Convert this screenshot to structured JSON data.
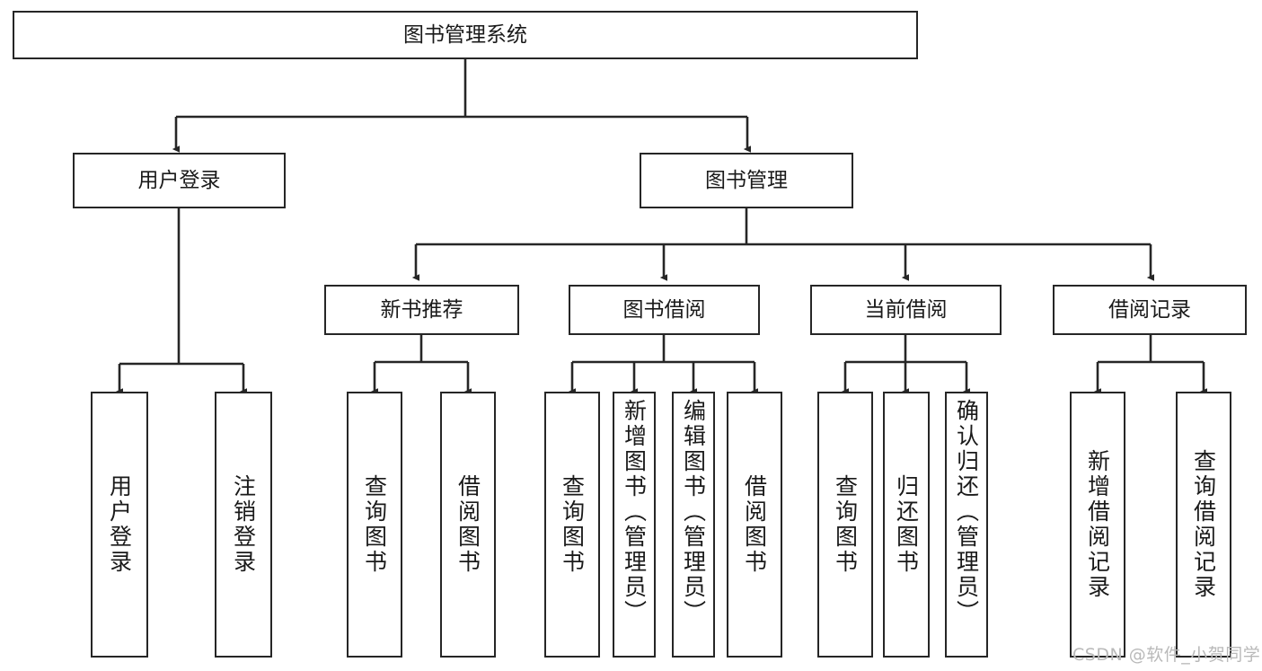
{
  "diagram": {
    "type": "tree",
    "title": "图书管理系统",
    "colors": {
      "box_border": "#262626",
      "box_fill": "#ffffff",
      "edge": "#262626",
      "text": "#1a1a1a",
      "watermark": "#b9b9b9",
      "background": "#ffffff"
    },
    "nodes": {
      "root": {
        "label": "图书管理系统"
      },
      "level2": [
        {
          "id": "user-login",
          "label": "用户登录"
        },
        {
          "id": "book-manage",
          "label": "图书管理"
        }
      ],
      "level3": [
        {
          "id": "new-book-rec",
          "label": "新书推荐"
        },
        {
          "id": "book-borrow",
          "label": "图书借阅"
        },
        {
          "id": "current-borrow",
          "label": "当前借阅"
        },
        {
          "id": "borrow-record",
          "label": "借阅记录"
        }
      ],
      "leaves": {
        "user_login": [
          {
            "id": "leaf-user-login",
            "label": "用户登录"
          },
          {
            "id": "leaf-logout-login",
            "label": "注销登录"
          }
        ],
        "new_book_rec": [
          {
            "id": "leaf-query-book-1",
            "label": "查询图书"
          },
          {
            "id": "leaf-borrow-book-1",
            "label": "借阅图书"
          }
        ],
        "book_borrow": [
          {
            "id": "leaf-query-book-2",
            "label": "查询图书"
          },
          {
            "id": "leaf-add-book",
            "label": "新增图书（管理员）"
          },
          {
            "id": "leaf-edit-book",
            "label": "编辑图书（管理员）"
          },
          {
            "id": "leaf-borrow-book-2",
            "label": "借阅图书"
          }
        ],
        "current_borrow": [
          {
            "id": "leaf-query-book-3",
            "label": "查询图书"
          },
          {
            "id": "leaf-return-book",
            "label": "归还图书"
          },
          {
            "id": "leaf-confirm-return",
            "label": "确认归还（管理员）"
          }
        ],
        "borrow_record": [
          {
            "id": "leaf-add-record",
            "label": "新增借阅记录"
          },
          {
            "id": "leaf-query-record",
            "label": "查询借阅记录"
          }
        ]
      }
    },
    "watermark": "CSDN @软件_小贺同学"
  }
}
